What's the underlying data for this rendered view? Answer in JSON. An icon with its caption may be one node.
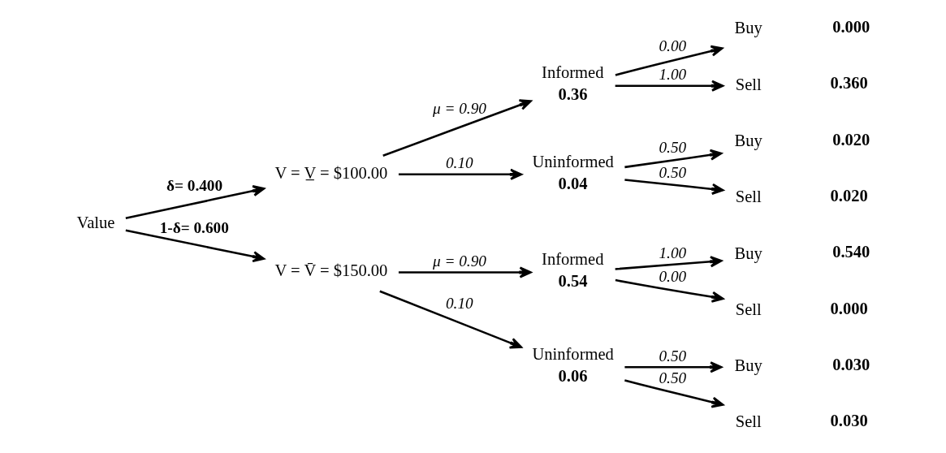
{
  "diagram": {
    "nodes": [
      {
        "text": [
          "Value"
        ]
      },
      {
        "text": [
          "V = V̲ = $100.00"
        ]
      },
      {
        "text": [
          "V = V̄ = $150.00"
        ]
      },
      {
        "text": [
          "Informed",
          "0.36"
        ]
      },
      {
        "text": [
          "Uninformed",
          "0.04"
        ]
      },
      {
        "text": [
          "Buy"
        ],
        "beside": [
          "0.000"
        ]
      },
      {
        "text": [
          "Sell"
        ],
        "beside": [
          "0.360"
        ]
      },
      {
        "text": [
          "Buy"
        ],
        "beside": [
          "0.020"
        ]
      },
      {
        "text": [
          "Sell"
        ],
        "beside": [
          "0.020"
        ]
      },
      {
        "text": [
          "Informed",
          "0.54"
        ]
      },
      {
        "text": [
          "Uninformed",
          "0.06"
        ]
      },
      {
        "text": [
          "Buy"
        ],
        "beside": [
          "0.540"
        ]
      },
      {
        "text": [
          "Sell"
        ],
        "beside": [
          "0.000"
        ]
      },
      {
        "text": [
          "Buy"
        ],
        "beside": [
          "0.030"
        ]
      },
      {
        "text": [
          "Sell"
        ],
        "beside": [
          "0.030"
        ]
      }
    ],
    "edges": [
      {
        "from": 0,
        "to": 1,
        "arrow": "to",
        "label": "δ= 0.400"
      },
      {
        "from": 0,
        "to": 2,
        "arrow": "to",
        "label": "1-δ= 0.600"
      },
      {
        "from": 1,
        "to": 3,
        "arrow": "to",
        "label": "μ = 0.90"
      },
      {
        "from": 1,
        "to": 4,
        "arrow": "to",
        "label": "0.10"
      },
      {
        "from": 3,
        "to": 5,
        "arrow": "to",
        "label": "0.00"
      },
      {
        "from": 3,
        "to": 6,
        "arrow": "to",
        "label": "1.00"
      },
      {
        "from": 4,
        "to": 7,
        "arrow": "to",
        "label": "0.50"
      },
      {
        "from": 4,
        "to": 8,
        "arrow": "to",
        "label": "0.50"
      },
      {
        "from": 2,
        "to": 9,
        "arrow": "to",
        "label": "μ = 0.90"
      },
      {
        "from": 2,
        "to": 10,
        "arrow": "to",
        "label": "0.10"
      },
      {
        "from": 9,
        "to": 11,
        "arrow": "to",
        "label": "1.00"
      },
      {
        "from": 9,
        "to": 12,
        "arrow": "to",
        "label": "0.00"
      },
      {
        "from": 10,
        "to": 13,
        "arrow": "to",
        "label": "0.50"
      },
      {
        "from": 10,
        "to": 14,
        "arrow": "to",
        "label": "0.50"
      }
    ]
  }
}
